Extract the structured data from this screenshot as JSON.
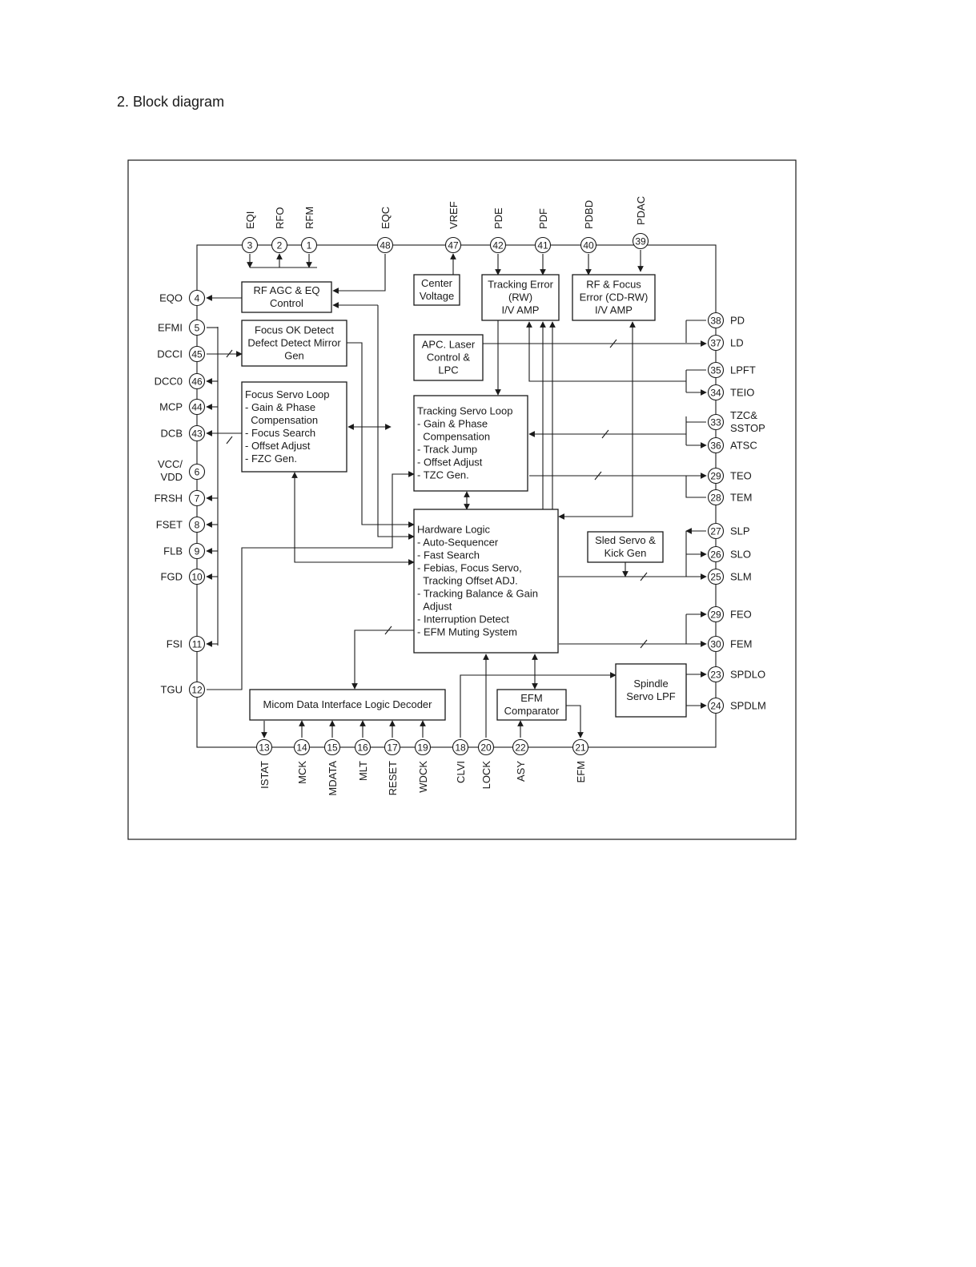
{
  "page_heading": "2. Block diagram",
  "blocks": {
    "rf_agc": [
      "RF AGC & EQ",
      "Control"
    ],
    "focus_ok": [
      "Focus OK Detect",
      "Defect Detect Mirror",
      "Gen"
    ],
    "focus_servo": [
      "Focus Servo Loop",
      "- Gain & Phase",
      "  Compensation",
      "- Focus Search",
      "- Offset Adjust",
      "- FZC Gen."
    ],
    "center_voltage": [
      "Center",
      "Voltage"
    ],
    "tracking_error": [
      "Tracking Error",
      "(RW)",
      "I/V AMP"
    ],
    "rf_focus_error": [
      "RF & Focus",
      "Error (CD-RW)",
      "I/V AMP"
    ],
    "apc_laser": [
      "APC. Laser",
      "Control &",
      "LPC"
    ],
    "tracking_servo": [
      "Tracking Servo Loop",
      "- Gain & Phase",
      "  Compensation",
      "- Track Jump",
      "- Offset Adjust",
      "- TZC Gen."
    ],
    "hardware_logic": [
      "Hardware Logic",
      "- Auto-Sequencer",
      "- Fast Search",
      "- Febias, Focus Servo,",
      "  Tracking Offset ADJ.",
      "- Tracking Balance & Gain",
      "  Adjust",
      "- Interruption Detect",
      "- EFM Muting System"
    ],
    "sled_servo": [
      "Sled Servo &",
      "Kick Gen"
    ],
    "micom": [
      "Micom Data Interface Logic Decoder"
    ],
    "efm_comparator": [
      "EFM",
      "Comparator"
    ],
    "spindle": [
      "Spindle",
      "Servo LPF"
    ]
  },
  "pins_top": [
    {
      "num": "3",
      "name": "EQI"
    },
    {
      "num": "2",
      "name": "RFO"
    },
    {
      "num": "1",
      "name": "RFM"
    },
    {
      "num": "48",
      "name": "EQC"
    },
    {
      "num": "47",
      "name": "VREF"
    },
    {
      "num": "42",
      "name": "PDE"
    },
    {
      "num": "41",
      "name": "PDF"
    },
    {
      "num": "40",
      "name": "PDBD"
    },
    {
      "num": "39",
      "name": "PDAC"
    }
  ],
  "pins_left": [
    {
      "num": "4",
      "name": "EQO"
    },
    {
      "num": "5",
      "name": "EFMI"
    },
    {
      "num": "45",
      "name": "DCCI"
    },
    {
      "num": "46",
      "name": "DCC0"
    },
    {
      "num": "44",
      "name": "MCP"
    },
    {
      "num": "43",
      "name": "DCB"
    },
    {
      "num": "6",
      "name": "VCC/",
      "name2": "VDD"
    },
    {
      "num": "7",
      "name": "FRSH"
    },
    {
      "num": "8",
      "name": "FSET"
    },
    {
      "num": "9",
      "name": "FLB"
    },
    {
      "num": "10",
      "name": "FGD"
    },
    {
      "num": "11",
      "name": "FSI"
    },
    {
      "num": "12",
      "name": "TGU"
    }
  ],
  "pins_right": [
    {
      "num": "38",
      "name": "PD"
    },
    {
      "num": "37",
      "name": "LD"
    },
    {
      "num": "35",
      "name": "LPFT"
    },
    {
      "num": "34",
      "name": "TEIO"
    },
    {
      "num": "33",
      "name": "TZC&",
      "name2": "SSTOP"
    },
    {
      "num": "36",
      "name": "ATSC"
    },
    {
      "num": "29",
      "name": "TEO"
    },
    {
      "num": "28",
      "name": "TEM"
    },
    {
      "num": "27",
      "name": "SLP"
    },
    {
      "num": "26",
      "name": "SLO"
    },
    {
      "num": "25",
      "name": "SLM"
    },
    {
      "num": "29",
      "name": "FEO"
    },
    {
      "num": "30",
      "name": "FEM"
    },
    {
      "num": "23",
      "name": "SPDLO"
    },
    {
      "num": "24",
      "name": "SPDLM"
    }
  ],
  "pins_bottom": [
    {
      "num": "13",
      "name": "ISTAT"
    },
    {
      "num": "14",
      "name": "MCK"
    },
    {
      "num": "15",
      "name": "MDATA"
    },
    {
      "num": "16",
      "name": "MLT"
    },
    {
      "num": "17",
      "name": "RESET"
    },
    {
      "num": "19",
      "name": "WDCK"
    },
    {
      "num": "18",
      "name": "CLVI"
    },
    {
      "num": "20",
      "name": "LOCK"
    },
    {
      "num": "22",
      "name": "ASY"
    },
    {
      "num": "21",
      "name": "EFM"
    }
  ]
}
